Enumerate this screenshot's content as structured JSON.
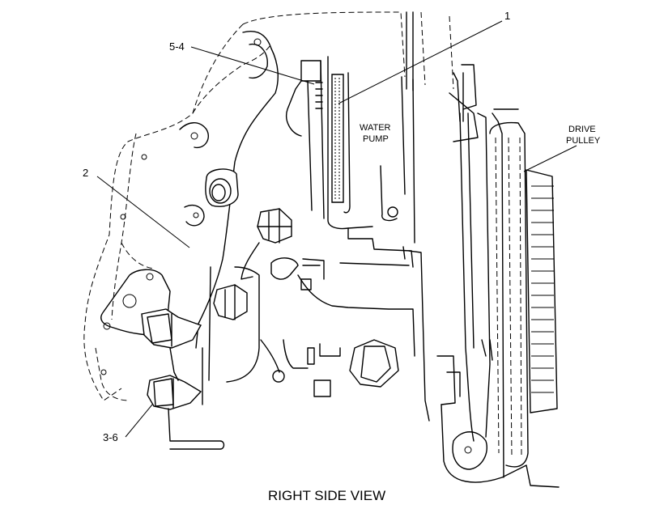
{
  "callouts": {
    "item_1": "1",
    "item_5_4": "5-4",
    "item_2": "2",
    "item_3_6": "3-6"
  },
  "components": {
    "water_pump_line1": "WATER",
    "water_pump_line2": "PUMP",
    "drive_pulley_line1": "DRIVE",
    "drive_pulley_line2": "PULLEY"
  },
  "caption": "RIGHT SIDE VIEW"
}
